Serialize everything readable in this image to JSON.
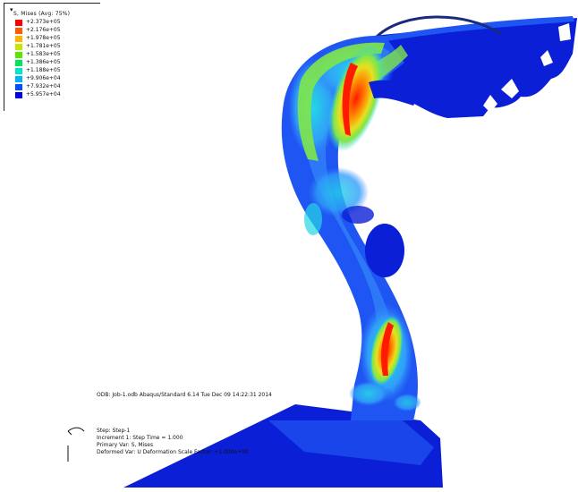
{
  "legend": {
    "title": "S, Mises (Avg: 75%)",
    "entries": [
      {
        "label": "+2.373e+05",
        "color": "#ff0000"
      },
      {
        "label": "+2.176e+05",
        "color": "#ff5a00"
      },
      {
        "label": "+1.978e+05",
        "color": "#ffb400"
      },
      {
        "label": "+1.781e+05",
        "color": "#c8e600"
      },
      {
        "label": "+1.583e+05",
        "color": "#5fe600"
      },
      {
        "label": "+1.386e+05",
        "color": "#00e65a"
      },
      {
        "label": "+1.188e+05",
        "color": "#00e6c8"
      },
      {
        "label": "+9.906e+04",
        "color": "#00b4ff"
      },
      {
        "label": "+7.932e+04",
        "color": "#0050ff"
      },
      {
        "label": "+5.957e+04",
        "color": "#0000e6"
      }
    ]
  },
  "info": {
    "odb_line": "ODB: Job-1.odb    Abaqus/Standard 6.14    Tue Dec 09 14:22:31 2014",
    "step_line": "Step: Step-1",
    "increment_line": "Increment    1: Step Time =    1.000",
    "primary_var_line": "Primary Var: S, Mises",
    "deformed_var_line": "Deformed Var: U   Deformation Scale Factor: +1.000e+00"
  },
  "colors": {
    "background": "#ffffff",
    "deep_blue": "#0a1fd6",
    "mid_blue": "#1f55f2",
    "light_blue": "#2f7ff8",
    "cyan": "#25d6e6",
    "green": "#7fe64a",
    "yellow": "#e8e020",
    "orange": "#ff8a00",
    "red": "#ff1a00"
  },
  "icons": {
    "triad": "coordinate-axes-icon"
  }
}
